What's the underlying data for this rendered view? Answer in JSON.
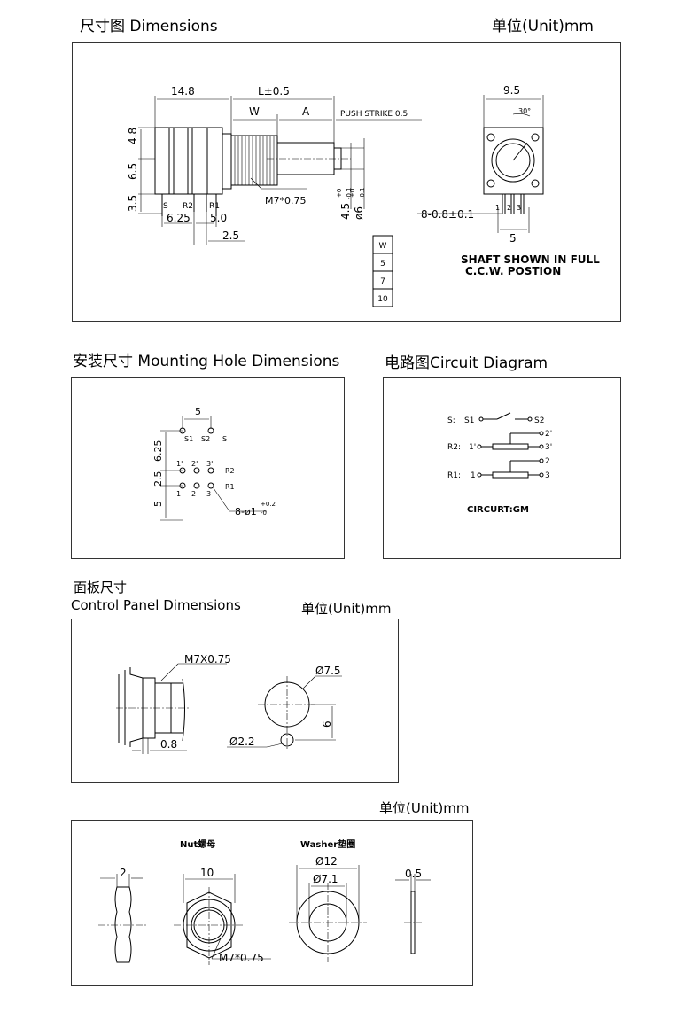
{
  "sections": {
    "dimensions": {
      "title": "尺寸图  Dimensions",
      "unit": "单位(Unit)mm"
    },
    "mounting": {
      "title": "安装尺寸  Mounting Hole Dimensions"
    },
    "circuit": {
      "title": "电路图Circuit Diagram"
    },
    "panel": {
      "title_cn": "面板尺寸",
      "title_en": "Control Panel Dimensions",
      "unit": "单位(Unit)mm"
    },
    "hardware": {
      "unit": "单位(Unit)mm"
    }
  },
  "dims_drawing": {
    "d_14_8": "14.8",
    "d_L": "L±0.5",
    "d_W": "W",
    "d_A": "A",
    "push_strike": "PUSH STRIKE 0.5",
    "d_4_8": "4.8",
    "d_6_5": "6.5",
    "d_3_5": "3.5",
    "d_6_25": "6.25",
    "d_5_0": "5.0",
    "d_2_5": "2.5",
    "thread": "M7*0.75",
    "d_4_5": "4.5",
    "d_4_5_tol_up": "+0",
    "d_4_5_tol_dn": "-0.1",
    "d_phi6": "ø6",
    "d_phi6_tol_up": "+0",
    "d_phi6_tol_dn": "-0.1",
    "pin_s": "S",
    "pin_r2": "R2",
    "pin_r1": "R1",
    "d_9_5": "9.5",
    "angle": "30°",
    "pins_8": "8-0.8±0.1",
    "d_5": "5",
    "pin_1": "1",
    "pin_2": "2",
    "pin_3": "3",
    "note_line1": "SHAFT SHOWN IN FULL",
    "note_line2": "C.C.W. POSTION",
    "w_table": [
      "W",
      "5",
      "7",
      "10"
    ]
  },
  "mounting_drawing": {
    "d_5": "5",
    "d_6_25": "6.25",
    "d_2_5": "2.5",
    "d_5b": "5",
    "lbl_s1": "S1",
    "lbl_s2": "S2",
    "lbl_s": "S",
    "lbl_1": "1",
    "lbl_2": "2",
    "lbl_3": "3",
    "lbl_r2": "R2",
    "lbl_1p": "1'",
    "lbl_2p": "2'",
    "lbl_3p": "3'",
    "lbl_r1": "R1",
    "holes": "8-ø1",
    "holes_tol_up": "+0.2",
    "holes_tol_dn": "-0"
  },
  "circuit_drawing": {
    "row_s": "S:",
    "s1": "S1",
    "s2": "S2",
    "row_r2": "R2:",
    "r2_1": "1'",
    "r2_2": "2'",
    "r2_3": "3'",
    "row_r1": "R1:",
    "r1_1": "1",
    "r1_2": "2",
    "r1_3": "3",
    "circuit_note": "CIRCURT:GM"
  },
  "panel_drawing": {
    "thread": "M7X0.75",
    "d_0_8": "0.8",
    "d_phi7_5": "Ø7.5",
    "d_6": "6",
    "d_phi2_2": "Ø2.2"
  },
  "hardware_drawing": {
    "nut_title": "Nut螺母",
    "washer_title": "Washer垫圈",
    "nut_thk": "2",
    "nut_width": "10",
    "nut_thread": "M7*0.75",
    "washer_od": "Ø12",
    "washer_id": "Ø7.1",
    "washer_thk": "0.5"
  }
}
